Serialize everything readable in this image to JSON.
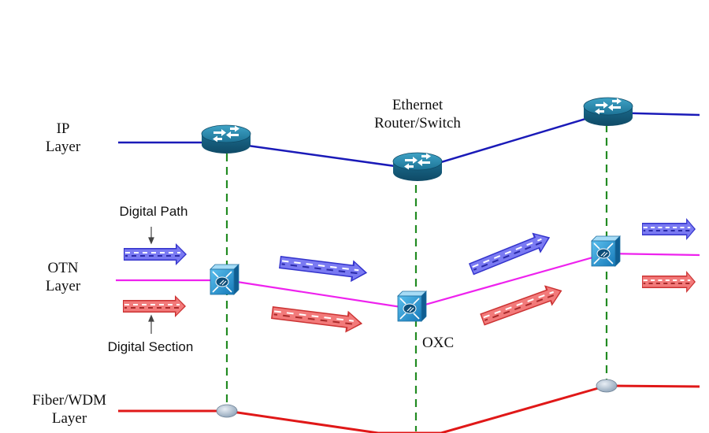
{
  "layers": {
    "ip": [
      "IP",
      "Layer"
    ],
    "otn": [
      "OTN",
      "Layer"
    ],
    "fiber": [
      "Fiber/WDM",
      "Layer"
    ]
  },
  "annotations": {
    "router": [
      "Ethernet",
      "Router/Switch"
    ],
    "oxc": "OXC",
    "digital_path": "Digital Path",
    "digital_section": "Digital Section"
  },
  "colors": {
    "ip_line": "#1a1ab8",
    "otn_line": "#ee22ee",
    "fiber_line": "#e01818",
    "vertical_link": "#228b22",
    "path_arrow": "#5a5ae6",
    "section_arrow": "#e65a5a",
    "router_icon": "#1f7a9c",
    "oxc_icon": "#2a9bd6"
  },
  "icons": [
    "router-icon",
    "oxc-switch-icon",
    "fiber-node-icon",
    "dashed-arrow-icon"
  ]
}
